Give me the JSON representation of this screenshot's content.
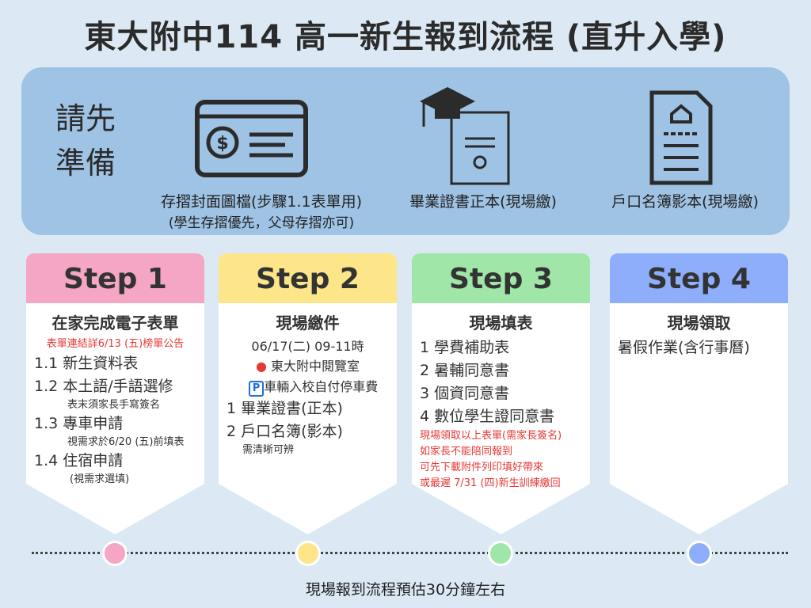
{
  "title": "東大附中114 高一新生報到流程 (直升入學)",
  "prepare": {
    "label": "請先準備",
    "items": [
      {
        "main": "存摺封面圖檔(步驟1.1表單用)",
        "sub": "(學生存摺優先，父母存摺亦可)",
        "icon": "bankcard-icon"
      },
      {
        "main": "畢業證書正本(現場繳)",
        "icon": "diploma-icon"
      },
      {
        "main": "戶口名簿影本(現場繳)",
        "icon": "document-icon"
      }
    ]
  },
  "steps": [
    {
      "label": "Step 1",
      "color": "#f4a6c4",
      "heading": "在家完成電子表單",
      "note": "表單連結詳6/13 (五)榜單公告",
      "lines": [
        {
          "t": "1.1  新生資料表"
        },
        {
          "t": "1.2 本土語/手語選修",
          "s": "表末須家長手寫簽名"
        },
        {
          "t": "1.3 專車申請",
          "s": "視需求於6/20 (五)前填表"
        },
        {
          "t": "1.4 住宿申請",
          "s": "(視需求選填)"
        }
      ]
    },
    {
      "label": "Step 2",
      "color": "#fde58a",
      "heading": "現場繳件",
      "time": "06/17(二) 09-11時",
      "place": "東大附中閱覽室",
      "parking": "車輛入校自付停車費",
      "lines": [
        {
          "t": "1 畢業證書(正本)"
        },
        {
          "t": "2 戶口名簿(影本)",
          "s": "需清晰可辨"
        }
      ]
    },
    {
      "label": "Step 3",
      "color": "#9fe6a8",
      "heading": "現場填表",
      "lines": [
        {
          "t": "1 學費補助表"
        },
        {
          "t": "2 暑輔同意書"
        },
        {
          "t": "3 個資同意書"
        },
        {
          "t": "4 數位學生證同意書"
        }
      ],
      "notes": [
        "現場領取以上表單(需家長簽名)",
        "如家長不能陪同報到",
        "可先下載附件列印填好帶來",
        "或最遲 7/31 (四)新生訓練繳回"
      ]
    },
    {
      "label": "Step 4",
      "color": "#8eaefc",
      "heading": "現場領取",
      "lines": [
        {
          "t": "暑假作業(含行事曆)"
        }
      ]
    }
  ],
  "footer": "現場報到流程預估30分鐘左右"
}
